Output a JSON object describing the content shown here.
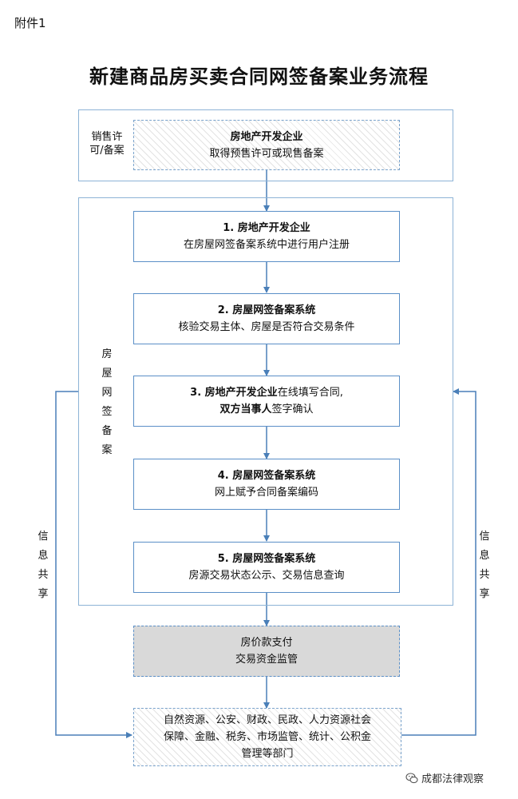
{
  "attachment_label": "附件1",
  "title": "新建商品房买卖合同网签备案业务流程",
  "sales_section": {
    "label": "销售许可/备案",
    "label_line1": "销售许",
    "label_line2": "可/备案",
    "box": {
      "heading": "房地产开发企业",
      "text": "取得预售许可或现售备案"
    }
  },
  "filing_section": {
    "label_chars": [
      "房",
      "屋",
      "网",
      "签",
      "备",
      "案"
    ],
    "steps": [
      {
        "heading": "1. 房地产开发企业",
        "text": "在房屋网签备案系统中进行用户注册"
      },
      {
        "heading": "2. 房屋网签备案系统",
        "text": "核验交易主体、房屋是否符合交易条件"
      },
      {
        "heading_bold": "3. 房地产开发企业",
        "heading_rest": "在线填写合同,",
        "text_bold": "双方当事人",
        "text_rest": "签字确认"
      },
      {
        "heading": "4. 房屋网签备案系统",
        "text": "网上赋予合同备案编码"
      },
      {
        "heading": "5. 房屋网签备案系统",
        "text": "房源交易状态公示、交易信息查询"
      }
    ]
  },
  "payment_box": {
    "line1": "房价款支付",
    "line2": "交易资金监管"
  },
  "departments_box": {
    "line1": "自然资源、公安、财政、民政、人力资源社会",
    "line2": "保障、金融、税务、市场监管、统计、公积金",
    "line3": "管理等部门"
  },
  "info_share": {
    "left_chars": [
      "信",
      "息",
      "共",
      "享"
    ],
    "right_chars": [
      "信",
      "息",
      "共",
      "享"
    ]
  },
  "watermark": {
    "text": "成都法律观察",
    "icon": "wechat-icon"
  },
  "colors": {
    "box_border": "#5b8fc7",
    "frame_border": "#8db3d6",
    "arrow": "#4a7fb8",
    "gray_fill": "#d9d9d9"
  }
}
